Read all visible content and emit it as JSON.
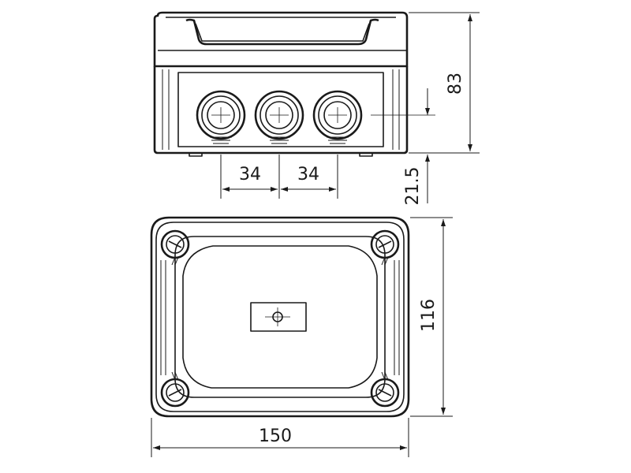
{
  "dimensions": {
    "total_height": "83",
    "gland_height": "21.5",
    "gland_spacing_1": "34",
    "gland_spacing_2": "34",
    "depth": "116",
    "width": "150"
  },
  "colors": {
    "line": "#1a1a1a",
    "background": "#ffffff"
  },
  "icons": {
    "cable_gland": "concentric-circle-gland",
    "corner_screw": "screw-head-with-slot"
  }
}
